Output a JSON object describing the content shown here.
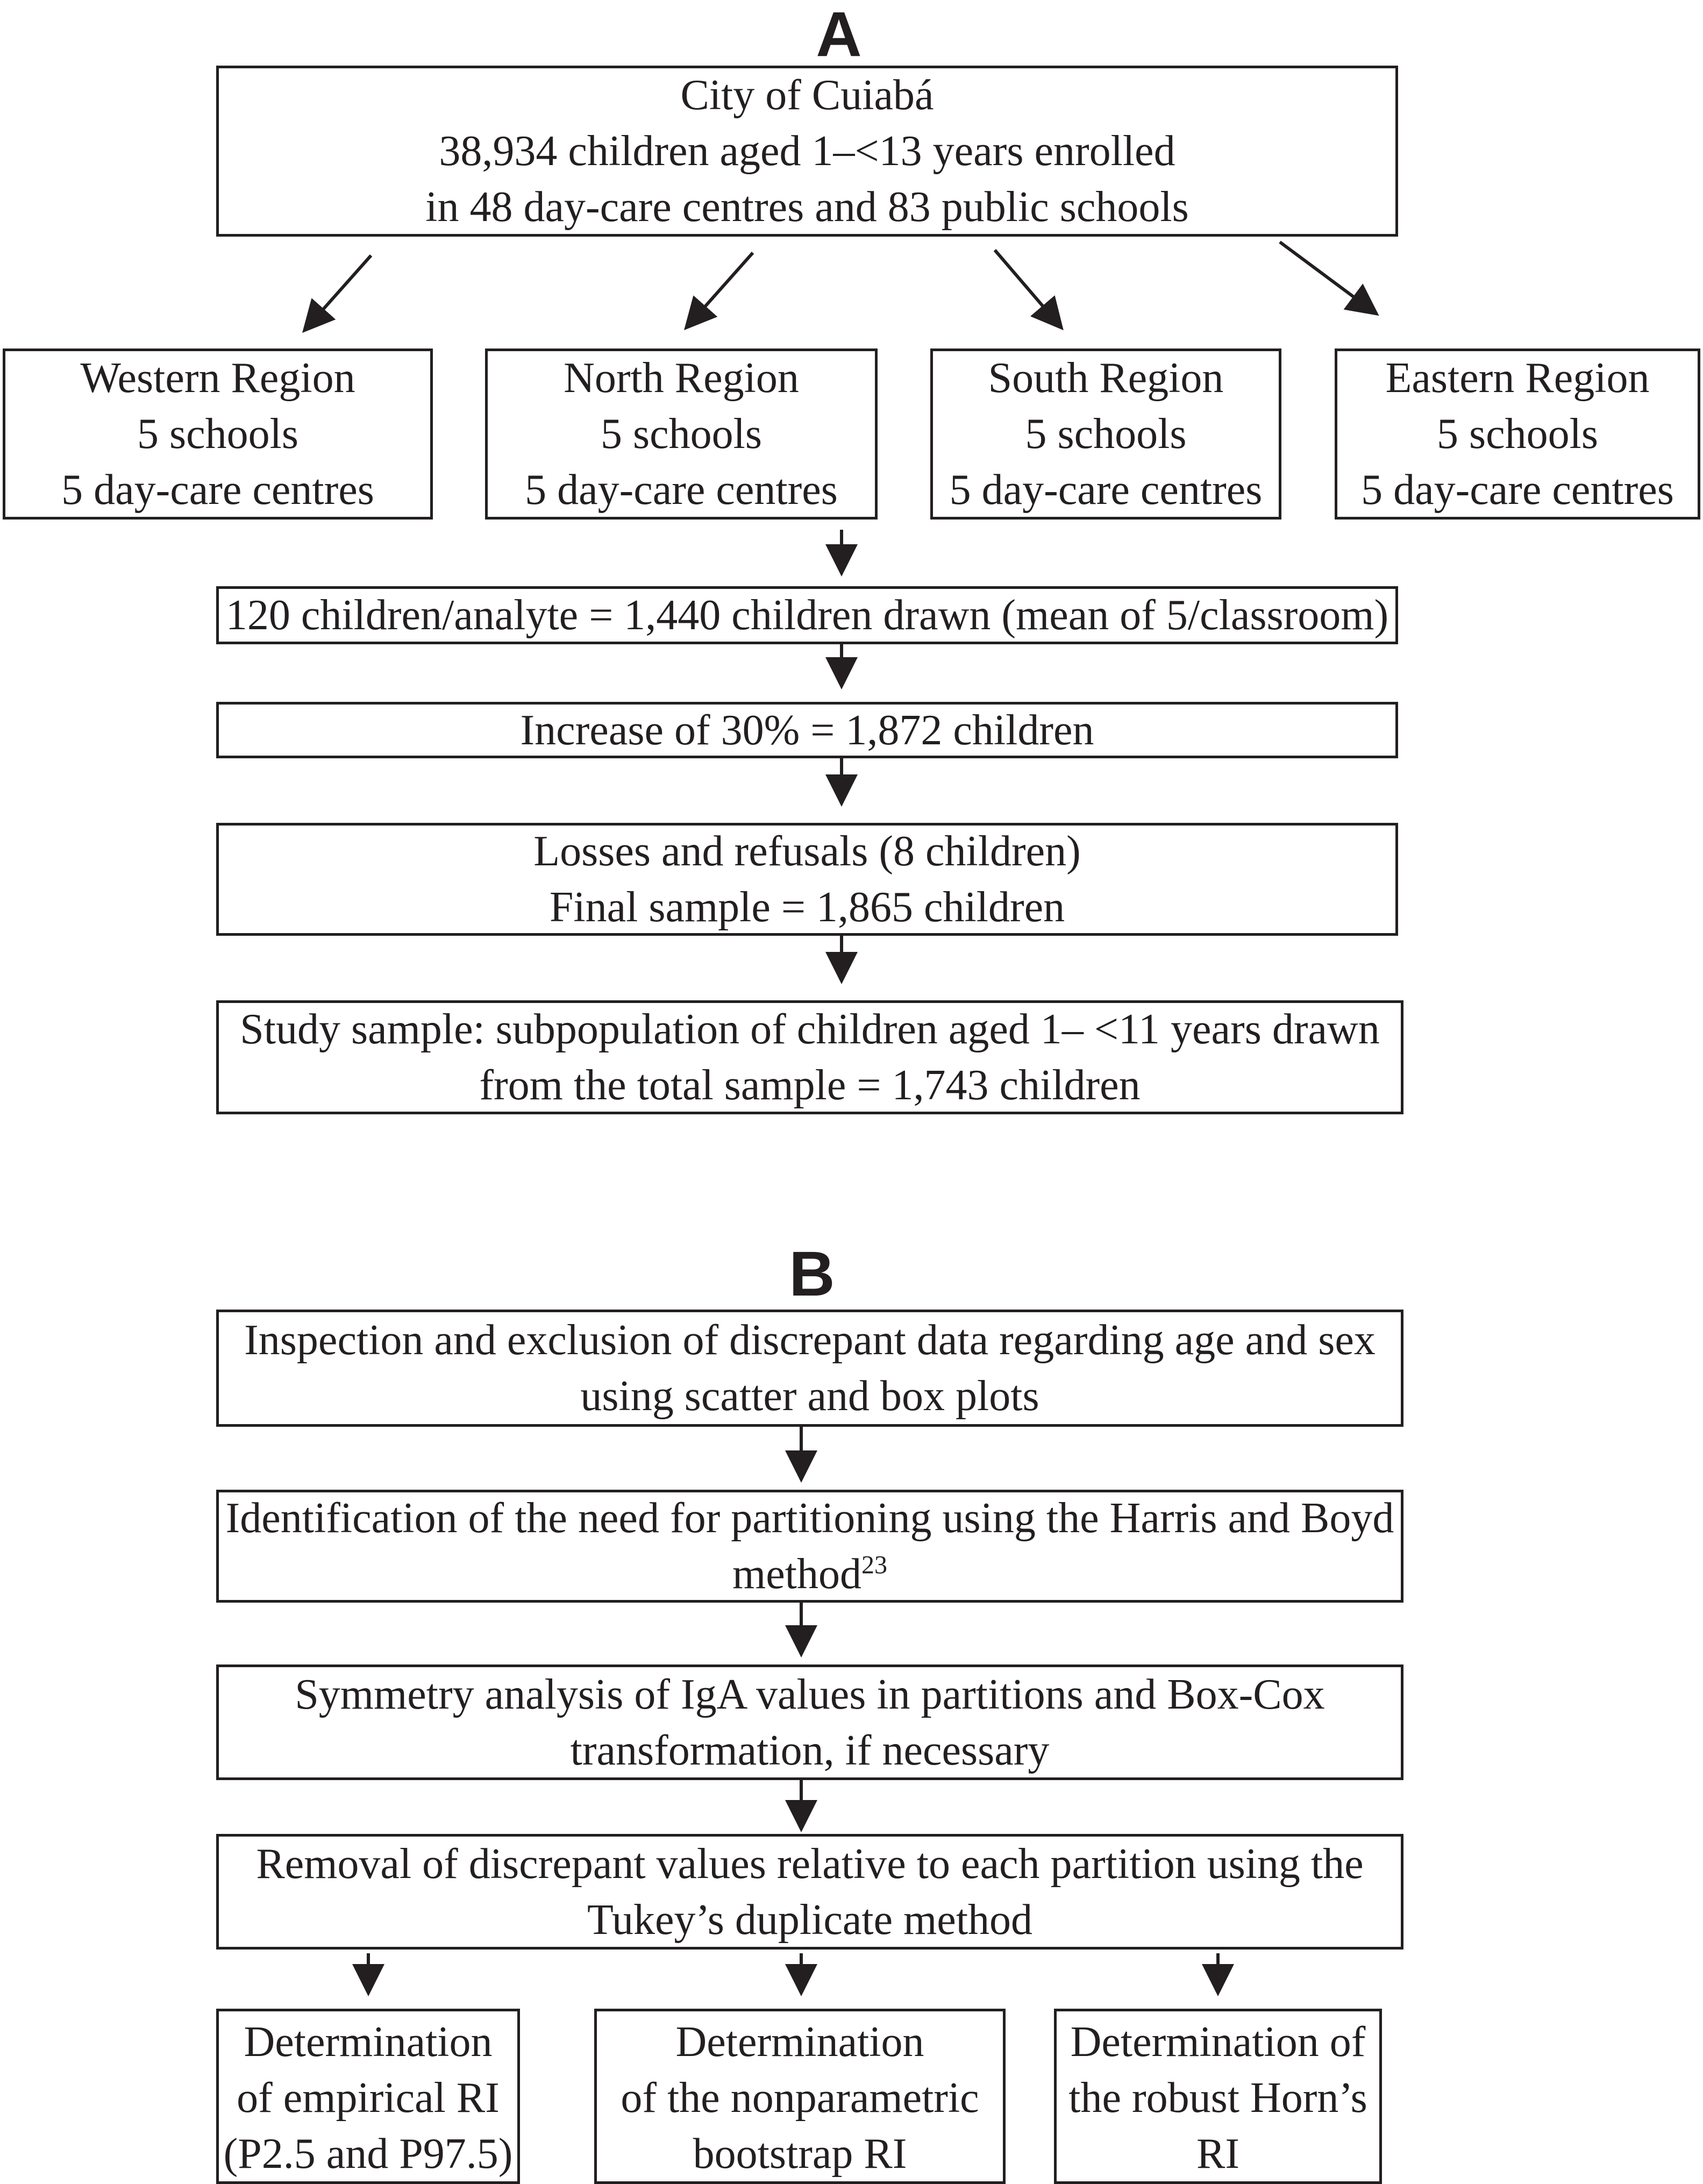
{
  "panel_a": {
    "label": "A",
    "top_box": [
      "City of Cuiabá",
      "38,934 children aged 1–<13 years enrolled",
      "in 48 day-care centres and 83 public schools"
    ],
    "regions": [
      {
        "name": "Western Region",
        "schools": "5 schools",
        "daycare": "5 day-care centres"
      },
      {
        "name": "North Region",
        "schools": "5 schools",
        "daycare": "5 day-care centres"
      },
      {
        "name": "South Region",
        "schools": "5 schools",
        "daycare": "5 day-care centres"
      },
      {
        "name": "Eastern Region",
        "schools": "5 schools",
        "daycare": "5 day-care centres"
      }
    ],
    "drawn": "120 children/analyte = 1,440 children drawn (mean of 5/classroom)",
    "increase": "Increase of 30% = 1,872 children",
    "losses": [
      "Losses and refusals (8 children)",
      "Final sample = 1,865 children"
    ],
    "study": [
      "Study sample: subpopulation of children aged 1– <11 years drawn",
      "from the total sample = 1,743 children"
    ]
  },
  "panel_b": {
    "label": "B",
    "inspection": [
      "Inspection and exclusion of discrepant data regarding age and sex",
      "using scatter and box plots"
    ],
    "identification": [
      "Identification of the need for partitioning using the Harris and Boyd",
      "method",
      "23"
    ],
    "symmetry": [
      "Symmetry analysis of IgA values in partitions and Box-Cox",
      "transformation, if necessary"
    ],
    "removal": [
      "Removal of discrepant values relative to each partition using the",
      "Tukey’s duplicate method"
    ],
    "methods": [
      [
        "Determination",
        "of empirical RI",
        "(P2.5 and P97.5)"
      ],
      [
        "Determination",
        "of the nonparametric",
        "bootstrap RI"
      ],
      [
        "Determination of",
        "the robust Horn’s",
        "RI"
      ]
    ]
  }
}
